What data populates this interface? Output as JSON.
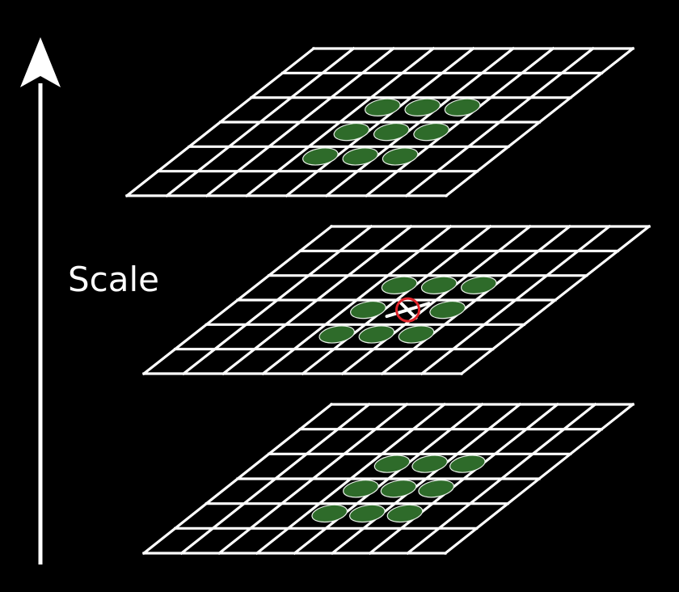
{
  "axis_label": "Scale",
  "colors": {
    "background": "#000000",
    "grid": "#ffffff",
    "neighbor_blob": "#2e6b2a",
    "candidate_marker": "#e0232a"
  },
  "grid": {
    "rows": 6,
    "cols": 8
  },
  "layers": [
    {
      "name": "top-scale-layer",
      "neighbor_count": 9,
      "has_candidate": false
    },
    {
      "name": "middle-scale-layer",
      "neighbor_count": 8,
      "has_candidate": true
    },
    {
      "name": "bottom-scale-layer",
      "neighbor_count": 9,
      "has_candidate": false
    }
  ],
  "icons": {
    "axis": "up-arrow-icon",
    "candidate": "x-in-circle-icon"
  }
}
